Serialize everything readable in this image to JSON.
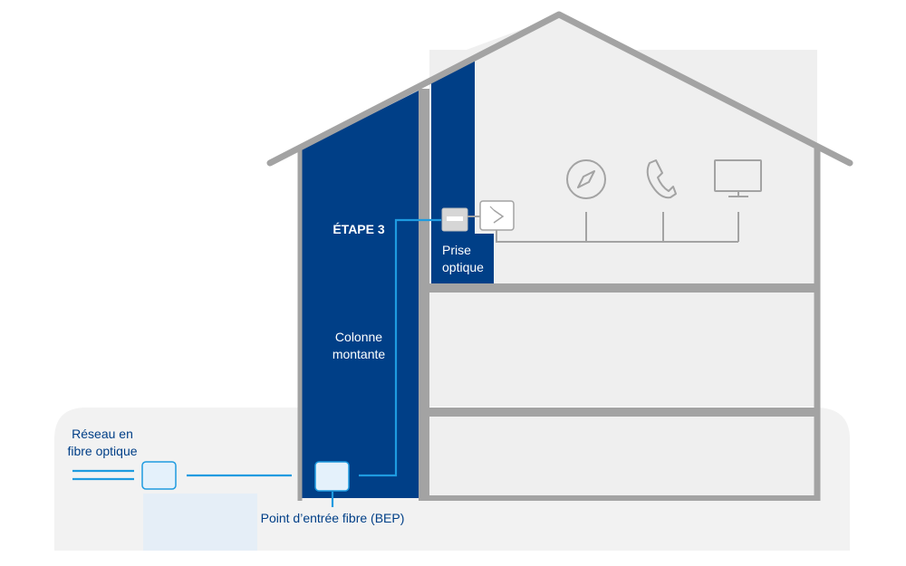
{
  "labels": {
    "reseau_line1": "Réseau en",
    "reseau_line2": "fibre optique",
    "etape": "ÉTAPE 3",
    "colonne_line1": "Colonne",
    "colonne_line2": "montante",
    "prise_line1": "Prise",
    "prise_line2": "optique",
    "bep": "Point d’entrée fibre (BEP)"
  },
  "icons": [
    "compass-icon",
    "phone-icon",
    "monitor-icon",
    "router-icon",
    "optical-socket-icon"
  ],
  "colors": {
    "dark_blue": "#003f87",
    "fiber_blue": "#1e9be0",
    "wall_gray": "#a3a3a3",
    "room_fill": "#efefef",
    "ground": "#f2f2f2"
  }
}
